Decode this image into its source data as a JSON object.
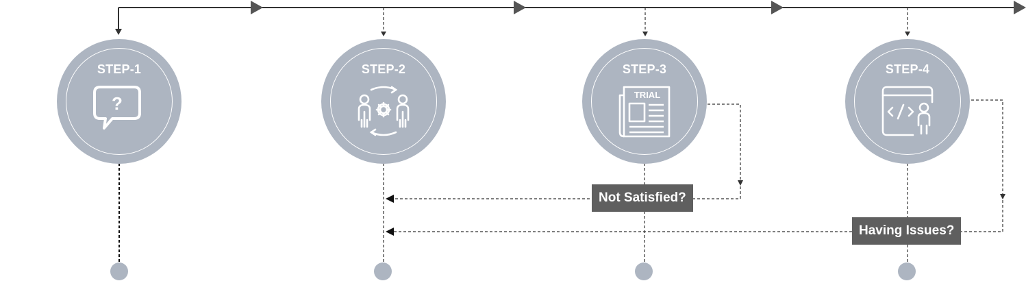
{
  "steps": [
    {
      "label": "STEP-1",
      "icon": "question-bubble-icon"
    },
    {
      "label": "STEP-2",
      "icon": "people-gear-cycle-icon"
    },
    {
      "label": "STEP-3",
      "icon": "trial-newspaper-icon",
      "icon_text": "TRIAL"
    },
    {
      "label": "STEP-4",
      "icon": "code-window-person-icon"
    }
  ],
  "feedback": {
    "not_satisfied": "Not Satisfied?",
    "having_issues": "Having Issues?"
  },
  "colors": {
    "circle": "#adb5c1",
    "line": "#333333",
    "tag": "#5f5f5f",
    "text_on_dark": "#ffffff"
  }
}
